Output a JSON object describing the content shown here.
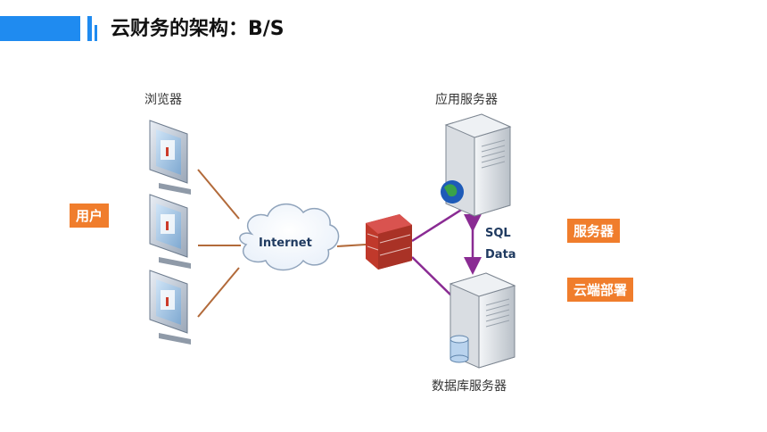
{
  "page": {
    "title": "云财务的架构：B/S"
  },
  "diagram": {
    "browser_label": "浏览器",
    "internet_label": "Internet",
    "app_server_label": "应用服务器",
    "db_server_label": "数据库服务器",
    "sql_label": "SQL",
    "data_label": "Data"
  },
  "tags": {
    "user": "用户",
    "server": "服务器",
    "cloud_deploy": "云端部署"
  },
  "colors": {
    "accent": "#1f8bf0",
    "tag_bg": "#f07d2c",
    "client_link": "#b26a3a",
    "server_link": "#8a2b93"
  }
}
